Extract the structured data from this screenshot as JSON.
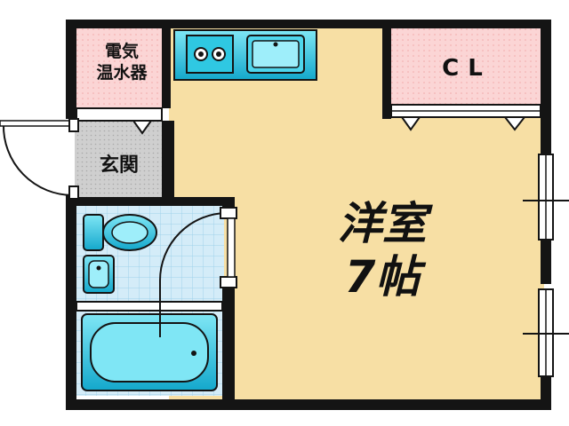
{
  "plan": {
    "room_name": "洋室",
    "room_size": "7帖",
    "closet": "CL",
    "entrance": "玄関",
    "water_heater_line1": "電気",
    "water_heater_line2": "温水器"
  },
  "colors": {
    "wall": "#141414",
    "floor": "#f7dfa4",
    "bathroom_tile": "#cde9f7",
    "fixture": "#27c0dc",
    "closet_fill": "#fbd5d5",
    "entrance_fill": "#c8c8c8",
    "heater_fill": "#fbd5d5"
  }
}
